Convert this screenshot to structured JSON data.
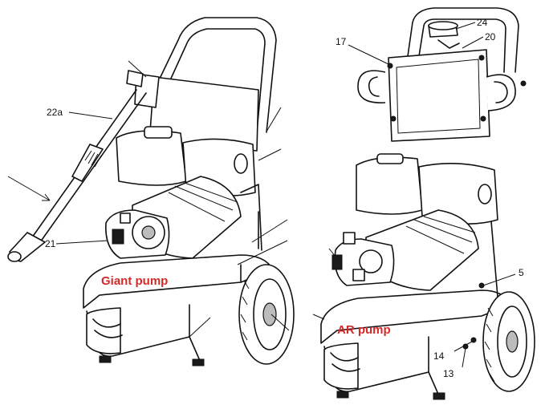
{
  "callouts": {
    "c22a": "22a",
    "c21": "21",
    "c24": "24",
    "c17": "17",
    "c20": "20",
    "c5": "5",
    "c14": "14",
    "c13": "13"
  },
  "pump_labels": {
    "giant": "Giant pump",
    "ar": "AR pump"
  }
}
